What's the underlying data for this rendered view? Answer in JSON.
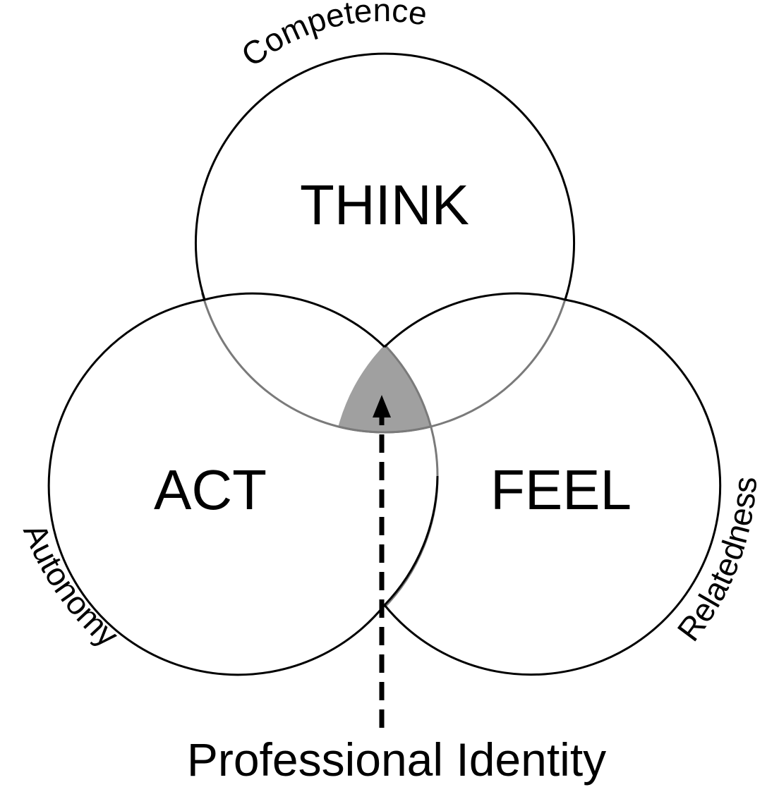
{
  "diagram": {
    "circles": {
      "think": "THINK",
      "act": "ACT",
      "feel": "FEEL"
    },
    "needs": {
      "competence": "Competence",
      "autonomy": "Autonomy",
      "relatedness": "Relatedness"
    },
    "bottom_label": "Professional Identity",
    "colors": {
      "outline": "#000000",
      "inner_arc": "#7a7a7a",
      "overlap_fill": "#a0a0a0"
    }
  }
}
